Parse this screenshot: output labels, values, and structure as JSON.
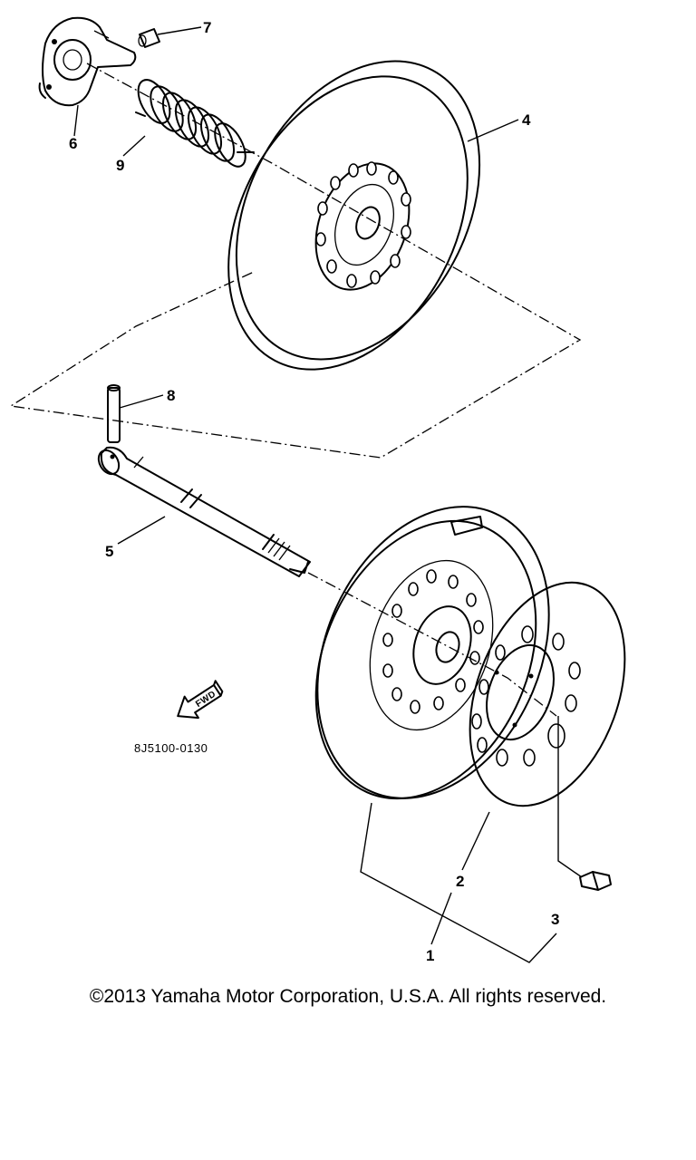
{
  "diagram": {
    "callouts": [
      "1",
      "2",
      "3",
      "4",
      "5",
      "6",
      "7",
      "8",
      "9"
    ],
    "direction_label": "FWD",
    "part_code": "8J5100-0130"
  },
  "footer": {
    "copyright": "©2013 Yamaha Motor Corporation, U.S.A. All rights reserved."
  }
}
